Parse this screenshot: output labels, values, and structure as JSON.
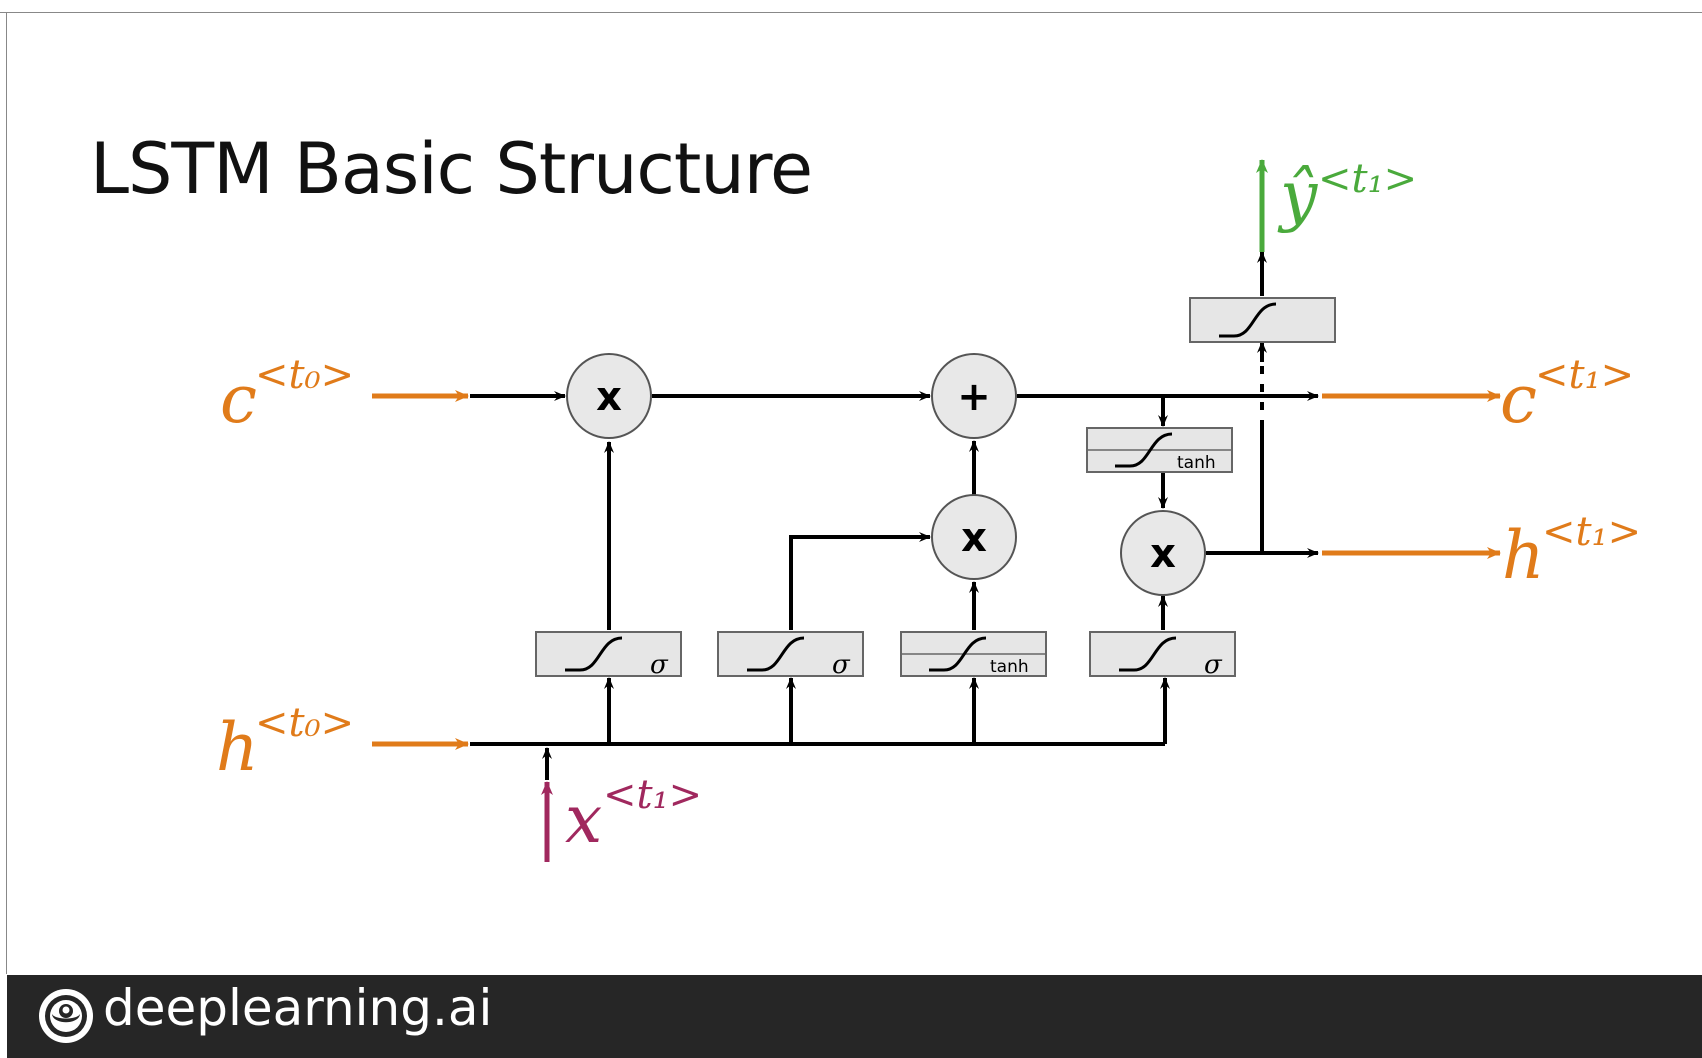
{
  "slide": {
    "title": "LSTM Basic Structure"
  },
  "diagram": {
    "inputs": {
      "c_prev": {
        "base": "c",
        "sup": "<t₀>"
      },
      "h_prev": {
        "base": "h",
        "sup": "<t₀>"
      },
      "x_t": {
        "base": "x",
        "sup": "<t₁>"
      }
    },
    "outputs": {
      "c_next": {
        "base": "c",
        "sup": "<t₁>"
      },
      "h_next": {
        "base": "h",
        "sup": "<t₁>"
      },
      "y_hat": {
        "base": "ŷ",
        "sup": "<t₁>"
      }
    },
    "operators": {
      "multiply": "x",
      "add": "+"
    },
    "activations": {
      "sigma": "σ",
      "tanh": "tanh"
    },
    "colors": {
      "cell_state": "#e07b1a",
      "input": "#a0285e",
      "output": "#4aaa3c",
      "line": "#000000",
      "box_fill": "#e6e6e6"
    }
  },
  "footer": {
    "brand": "deeplearning.ai"
  }
}
